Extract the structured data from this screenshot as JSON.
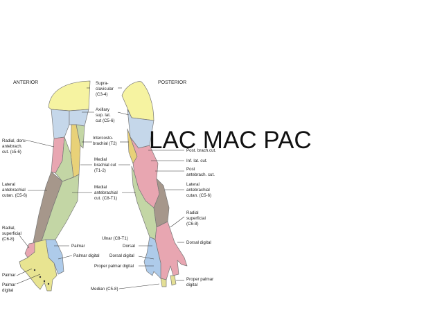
{
  "slide_title": "LAC MAC PAC",
  "headers": {
    "anterior": "ANTERIOR",
    "posterior": "POSTERIOR"
  },
  "colors": {
    "supraclavicular": "#f6f3a1",
    "axillary": "#c5d7ea",
    "lateral_antebrachial": "#c3d6a5",
    "medial_antebrachial": "#e8a6b1",
    "radial": "#a6978b",
    "posterior_antebrachial": "#e8a6b1",
    "ulnar": "#aecbea",
    "median": "#e4df95",
    "median_palmar": "#e8e491",
    "intercostobrachial": "#e8d178"
  },
  "labels": {
    "supraclav_1": "Supra-",
    "supraclav_2": "clavicular",
    "supraclav_3": "(C3-4)",
    "axillary_1": "Axillary",
    "axillary_2": "sup. lat.",
    "axillary_3": "cut (C5-6)",
    "intercosto_1": "Intercosto-",
    "intercosto_2": "brachial (T2)",
    "medial_brach_1": "Medial",
    "medial_brach_2": "brachial cut",
    "medial_brach_3": "(T1-2)",
    "medial_ante_1": "Medial",
    "medial_ante_2": "antebrachial",
    "medial_ante_3": "cut. (C8-T1)",
    "radial_dors_1": "Radial, dors.",
    "radial_dors_2": "antebrach.",
    "radial_dors_3": "cut. (c5-6)",
    "lat_ante_left_1": "Lateral",
    "lat_ante_left_2": "antebrachial",
    "lat_ante_left_3": "cutan. (C5-6)",
    "radial_sup_left_1": "Radial,",
    "radial_sup_left_2": "superficial",
    "radial_sup_left_3": "(C6-8)",
    "palmar_left": "Palmar",
    "palmar_digital_left_1": "Palmar",
    "palmar_digital_left_2": "digital",
    "palmar_mid": "Palmar",
    "palmar_digital_mid": "Palmar digital",
    "ulnar_c8": "Ulnar (C8-T1)",
    "dorsal": "Dorsal",
    "dorsal_digital": "Dorsal digital",
    "proper_palmar_digital": "Proper palmar digital",
    "median_c5_8": "Median (C5-8)",
    "post_brach": "Post. brach.cut.",
    "inf_lat": "Inf. lat. cut.",
    "post_ante_1": "Post",
    "post_ante_2": "antebrach. cut.",
    "lat_ante_right_1": "Lateral",
    "lat_ante_right_2": "antebrachial",
    "lat_ante_right_3": "cutan. (C5-6)",
    "radial_sup_right_1": "Radial",
    "radial_sup_right_2": "superficial",
    "radial_sup_right_3": "(C6-8)",
    "dorsal_digital_right": "Dorsal digital",
    "proper_palmar_right_1": "Proper palmar",
    "proper_palmar_right_2": "digital"
  }
}
